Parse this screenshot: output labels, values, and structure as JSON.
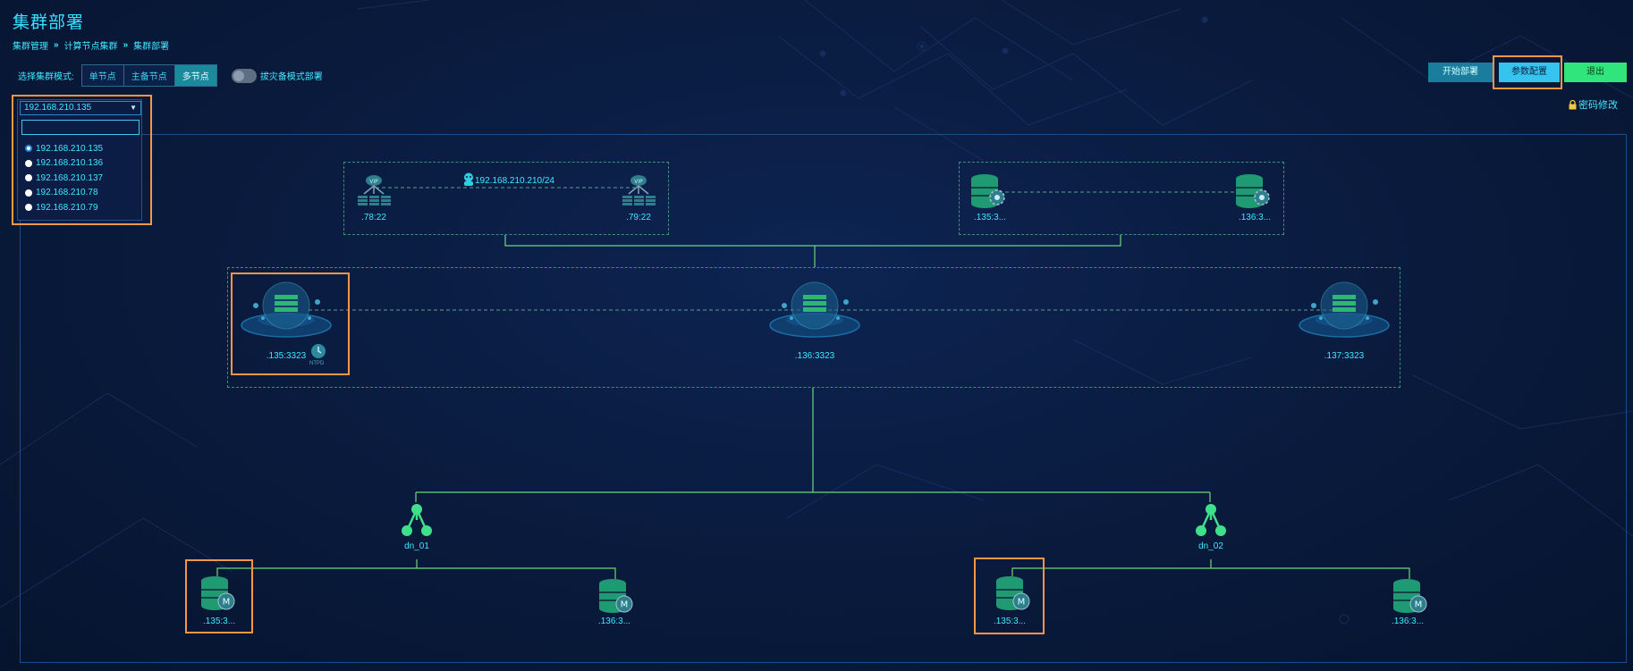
{
  "header": {
    "title": "集群部署",
    "breadcrumb": [
      "集群管理",
      "计算节点集群",
      "集群部署"
    ],
    "breadcrumb_sep": "»"
  },
  "mode": {
    "label": "选择集群模式:",
    "options": [
      "单节点",
      "主备节点",
      "多节点"
    ],
    "selected": "多节点",
    "toggle_label": "拔灾备模式部署",
    "toggle_on": false
  },
  "actions": {
    "start": "开始部署",
    "params": "参数配置",
    "exit": "退出",
    "password": "密码修改"
  },
  "dropdown": {
    "selected": "192.168.210.135",
    "search_value": "",
    "options": [
      "192.168.210.135",
      "192.168.210.136",
      "192.168.210.137",
      "192.168.210.78",
      "192.168.210.79"
    ]
  },
  "topology": {
    "lb_left": ".78:22",
    "lb_vip": "192.168.210.210/24",
    "lb_right": ".79:22",
    "cfg_left": ".135:3...",
    "cfg_right": ".136:3...",
    "compute_nodes": [
      ".135:3323",
      ".136:3323",
      ".137:3323"
    ],
    "ntpd_label": "NTPD",
    "data_groups": [
      "dn_01",
      "dn_02"
    ],
    "data_nodes": [
      ".135:3...",
      ".136:3...",
      ".135:3...",
      ".136:3..."
    ],
    "master_badge": "M"
  },
  "colors": {
    "accent": "#42e8ff",
    "line": "#6ed67d",
    "highlight": "#f59745",
    "btn_start": "#1b7d9e",
    "btn_params": "#36c4ee",
    "btn_exit": "#2fe57c"
  }
}
